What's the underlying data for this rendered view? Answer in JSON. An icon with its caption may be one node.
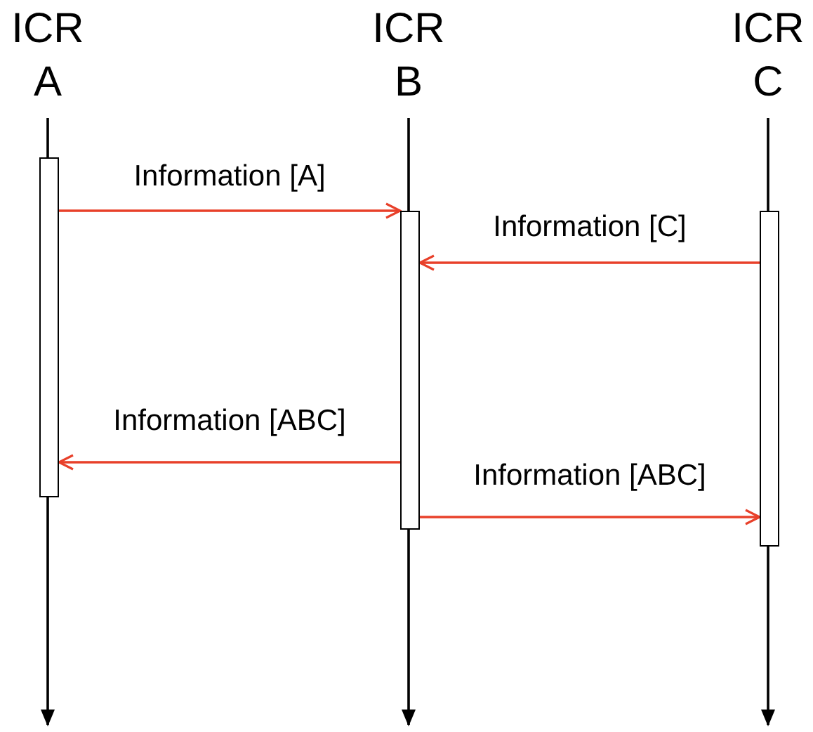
{
  "diagram": {
    "nodes": [
      {
        "text": [
          "ICR A"
        ]
      },
      {
        "text": [
          "ICR B"
        ]
      },
      {
        "text": [
          "ICR C"
        ]
      },
      {
        "text": [],
        "shape": "bar"
      },
      {
        "text": [],
        "shape": "bar"
      },
      {
        "text": [],
        "shape": "bar"
      }
    ],
    "edges": [
      {
        "from": 0,
        "to": null,
        "arrow": "to",
        "color": "#000000"
      },
      {
        "from": 1,
        "to": null,
        "arrow": "to",
        "color": "#000000"
      },
      {
        "from": 2,
        "to": null,
        "arrow": "to",
        "color": "#000000"
      },
      {
        "from": 3,
        "to": 4,
        "arrow": "to",
        "label": "Information [A]"
      },
      {
        "from": 5,
        "to": 4,
        "arrow": "to",
        "label": "Information [C]"
      },
      {
        "from": 4,
        "to": 3,
        "arrow": "to",
        "label": "Information [ABC]"
      },
      {
        "from": 4,
        "to": 5,
        "arrow": "to",
        "label": "Information [ABC]"
      }
    ]
  }
}
